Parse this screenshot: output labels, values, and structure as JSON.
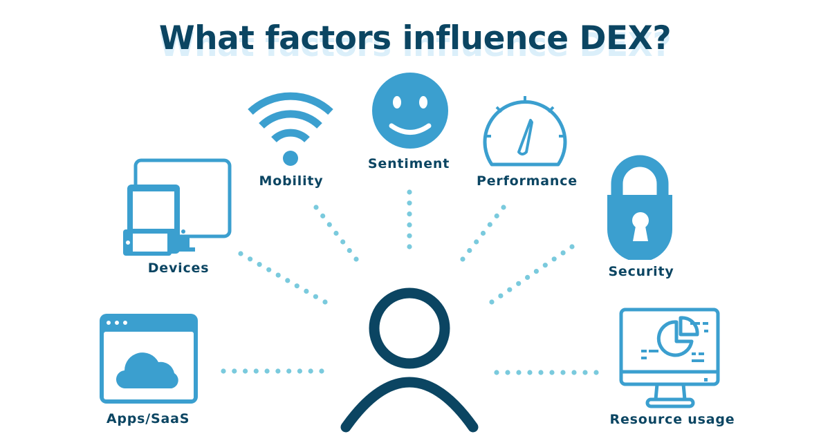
{
  "title": "What factors influence DEX?",
  "colors": {
    "title": "#0b4562",
    "title_shadow": "#dbeffa",
    "icon": "#3b9fcf",
    "dots": "#7acadd",
    "person": "#0b4562"
  },
  "center": {
    "icon": "person-icon"
  },
  "factors": [
    {
      "label": "Devices",
      "icon": "devices-icon"
    },
    {
      "label": "Mobility",
      "icon": "wifi-icon"
    },
    {
      "label": "Sentiment",
      "icon": "smiley-icon"
    },
    {
      "label": "Performance",
      "icon": "speedometer-icon"
    },
    {
      "label": "Security",
      "icon": "padlock-icon"
    },
    {
      "label": "Apps/SaaS",
      "icon": "cloud-app-icon"
    },
    {
      "label": "Resource usage",
      "icon": "monitor-chart-icon"
    }
  ]
}
